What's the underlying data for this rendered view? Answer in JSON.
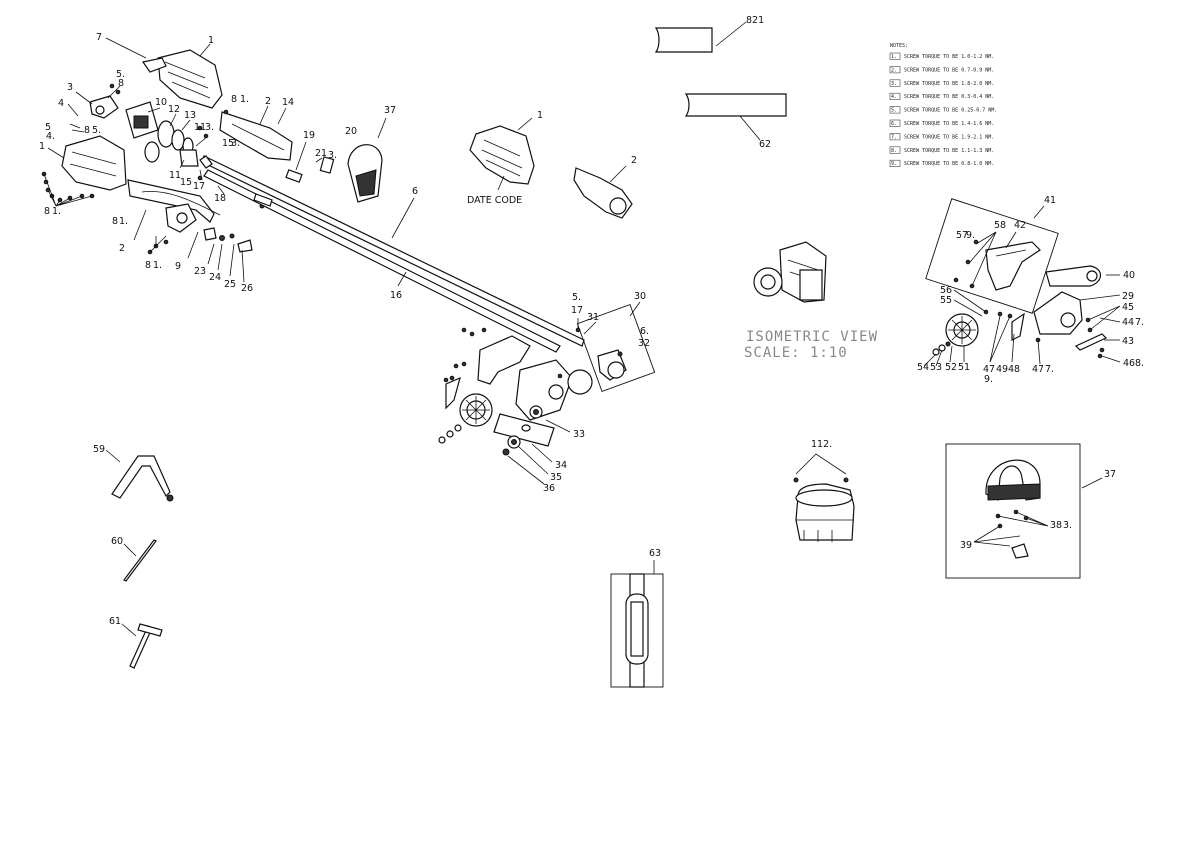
{
  "callouts": [
    "7",
    "1",
    "5.",
    "8",
    "3",
    "10",
    "12",
    "4",
    "13",
    "11",
    "3.",
    "8",
    "1.",
    "2",
    "14",
    "19",
    "21",
    "3.",
    "20",
    "37",
    "5",
    "4.",
    "8",
    "5.",
    "1",
    "8",
    "1.",
    "11",
    "15",
    "17",
    "18",
    "15",
    "3.",
    "8",
    "1.",
    "2",
    "8",
    "1.",
    "9",
    "23",
    "24",
    "25",
    "26",
    "6",
    "16",
    "1",
    "2",
    "821",
    "62",
    "DATE CODE",
    "5.",
    "17",
    "31",
    "30",
    "6.",
    "32",
    "33",
    "34",
    "35",
    "36",
    "41",
    "57",
    "9.",
    "58",
    "42",
    "40",
    "56",
    "55",
    "29",
    "45",
    "44",
    "7.",
    "43",
    "46",
    "8.",
    "54",
    "53",
    "52",
    "51",
    "47",
    "49",
    "48",
    "9.",
    "47",
    "7.",
    "112.",
    "37",
    "38",
    "3.",
    "39",
    "59",
    "60",
    "61",
    "63"
  ],
  "notes": {
    "header": "NOTES:",
    "items": [
      {
        "num": "1.",
        "text": "SCREW TORQUE TO BE 1.0-1.2 NM."
      },
      {
        "num": "2.",
        "text": "SCREW TORQUE TO BE 0.7-0.9 NM."
      },
      {
        "num": "3.",
        "text": "SCREW TORQUE TO BE 1.8-2.0 NM."
      },
      {
        "num": "4.",
        "text": "SCREW TORQUE TO BE 0.3-0.4 NM."
      },
      {
        "num": "5.",
        "text": "SCREW TORQUE TO BE 0.25-0.7 NM."
      },
      {
        "num": "6.",
        "text": "SCREW TORQUE TO BE 1.4-1.6 NM."
      },
      {
        "num": "7.",
        "text": "SCREW TORQUE TO BE 1.9-2.1 NM."
      },
      {
        "num": "8.",
        "text": "SCREW TORQUE TO BE 1.1-1.3 NM."
      },
      {
        "num": "9.",
        "text": "SCREW TORQUE TO BE 0.8-1.0 NM."
      }
    ]
  },
  "isometric": {
    "line1": "ISOMETRIC VIEW",
    "line2": "SCALE:  1:10"
  }
}
